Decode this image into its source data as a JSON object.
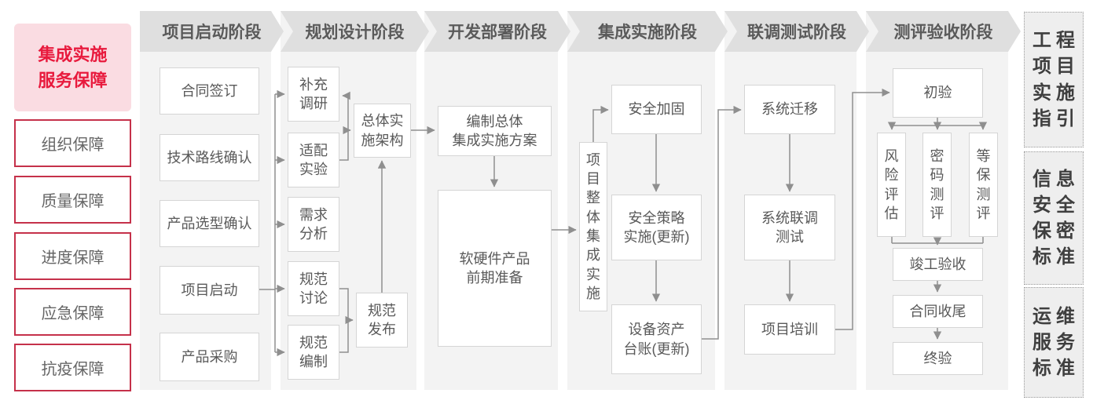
{
  "sidebar": {
    "title": "集成实施\n服务保障",
    "items": [
      {
        "label": "组织保障"
      },
      {
        "label": "质量保障"
      },
      {
        "label": "进度保障"
      },
      {
        "label": "应急保障"
      },
      {
        "label": "抗疫保障"
      }
    ]
  },
  "colors": {
    "accent_red": "#e81a3d",
    "pink_bg": "#fadce2",
    "red_border": "#c5314a",
    "header_bg": "#dfdfdf",
    "column_bg": "#f3f3f3",
    "node_border": "#d5d5d5",
    "text_gray": "#595959",
    "connector_gray": "#8f8f8f"
  },
  "phases": [
    {
      "header": "项目启动阶段",
      "boxes": {
        "contract_signing": "合同签订",
        "tech_route_confirm": "技术路线确认",
        "product_selection_confirm": "产品选型确认",
        "project_kickoff": "项目启动",
        "product_procurement": "产品采购"
      }
    },
    {
      "header": "规划设计阶段",
      "boxes": {
        "supplementary_research": "补充\n调研",
        "adaptation_experiment": "适配\n实验",
        "requirement_analysis": "需求\n分析",
        "spec_discussion": "规范\n讨论",
        "spec_drafting": "规范\n编制",
        "overall_impl_architecture": "总体实\n施架构",
        "spec_release": "规范\n发布"
      }
    },
    {
      "header": "开发部署阶段",
      "boxes": {
        "compile_overall_plan": "编制总体\n集成实施方案",
        "hw_sw_preparation": "软硬件产品\n前期准备"
      }
    },
    {
      "header": "集成实施阶段",
      "boxes": {
        "overall_integration": "项目整体集成实施",
        "security_hardening": "安全加固",
        "security_policy_impl": "安全策略\n实施(更新)",
        "asset_ledger_update": "设备资产\n台账(更新)"
      }
    },
    {
      "header": "联调测试阶段",
      "boxes": {
        "system_migration": "系统迁移",
        "joint_debug_test": "系统联调\n测试",
        "project_training": "项目培训"
      }
    },
    {
      "header": "测评验收阶段",
      "boxes": {
        "initial_acceptance": "初验",
        "risk_assessment": "风险评估",
        "crypto_evaluation": "密码测评",
        "mlps_evaluation": "等保测评",
        "completion_acceptance": "竣工验收",
        "contract_closure": "合同收尾",
        "final_acceptance": "终验"
      }
    }
  ],
  "standards": [
    {
      "label": "工程\n项目\n实施\n指引"
    },
    {
      "label": "信息\n安全\n保密\n标准"
    },
    {
      "label": "运维\n服务\n标准"
    }
  ]
}
